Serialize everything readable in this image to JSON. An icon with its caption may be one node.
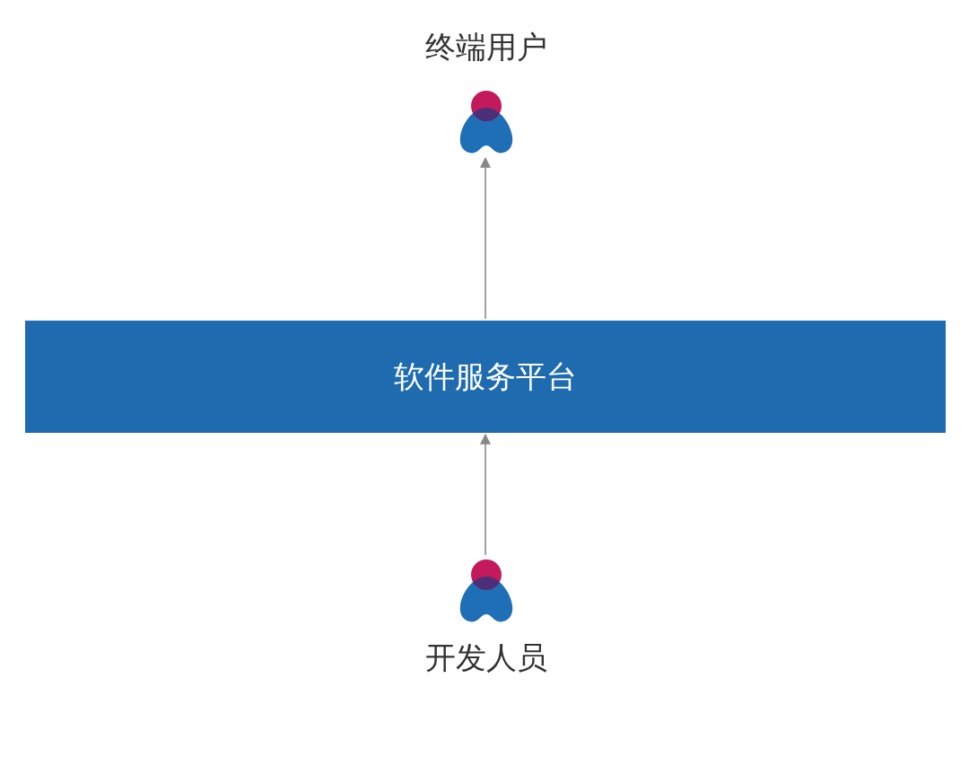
{
  "diagram": {
    "nodes": [
      {
        "text": [
          "终端用户"
        ]
      },
      {
        "text": [
          "软件服务平台"
        ]
      },
      {
        "text": [
          "开发人员"
        ]
      }
    ],
    "edges": [
      {
        "from": 1,
        "to": 0,
        "arrow": "to"
      },
      {
        "from": 2,
        "to": 1,
        "arrow": "to"
      }
    ]
  }
}
